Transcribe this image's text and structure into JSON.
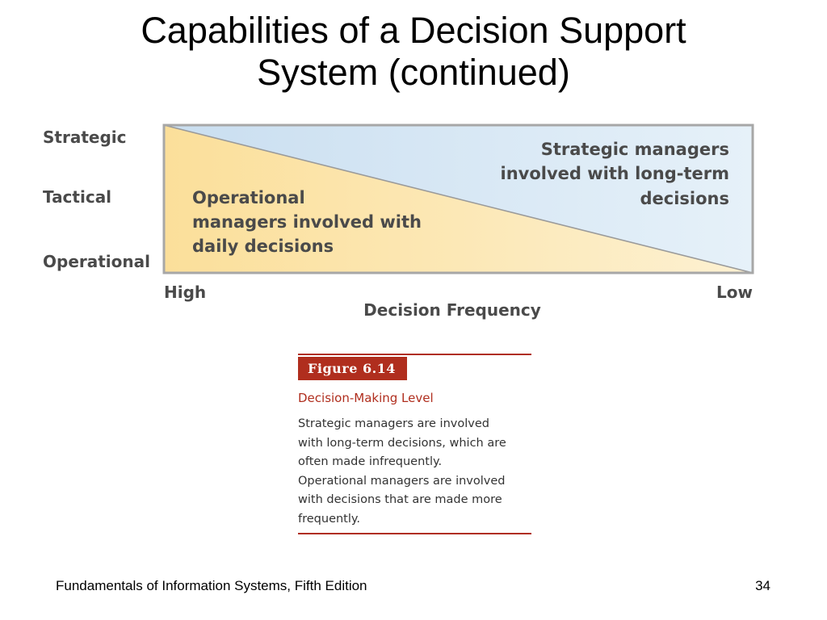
{
  "slide": {
    "title_line1": "Capabilities of a Decision Support",
    "title_line2": "System (continued)",
    "footer_text": "Fundamentals of Information Systems, Fifth Edition",
    "page_number": "34"
  },
  "diagram": {
    "y_levels": [
      "Strategic",
      "Tactical",
      "Operational"
    ],
    "x_axis_title": "Decision Frequency",
    "x_high": "High",
    "x_low": "Low",
    "strategic_text": [
      "Strategic managers",
      "involved with long-term",
      "decisions"
    ],
    "operational_text": [
      "Operational",
      "managers involved with",
      "daily decisions"
    ],
    "colors": {
      "strategic_region": "#d6e8f4",
      "operational_region": "#fbe3a6",
      "border": "#a7a7a7",
      "label_text": "#4a4a4a"
    }
  },
  "figure": {
    "number": "Figure 6.14",
    "title": "Decision-Making Level",
    "body_lines": [
      "Strategic managers are involved",
      "with long-term decisions, which are",
      "often made infrequently.",
      "Operational managers are involved",
      "with decisions that are made more",
      "frequently."
    ],
    "accent_color": "#b02e1e"
  }
}
